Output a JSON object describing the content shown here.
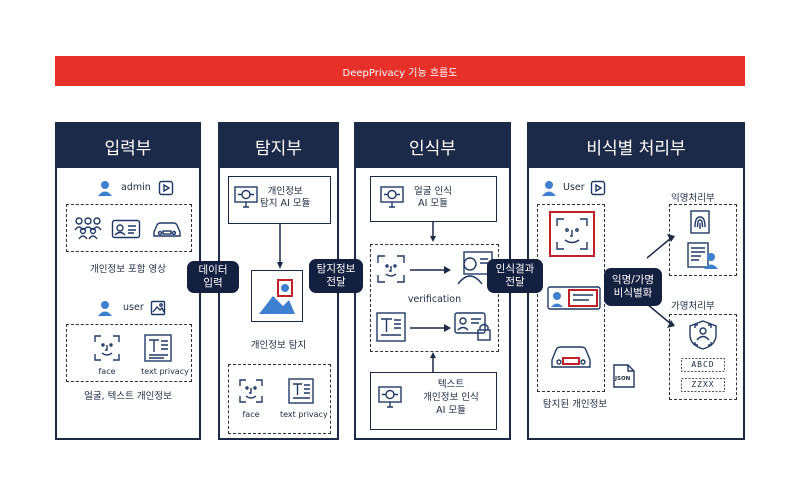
{
  "banner": {
    "title": "DeepPrivacy 기능 흐름도",
    "color": "#e8302a"
  },
  "panels": {
    "input": {
      "title": "입력부",
      "admin_label": "admin",
      "admin_caption": "개인정보 포함 영상",
      "user_label": "user",
      "face_label": "face",
      "text_label": "text privacy",
      "user_caption": "얼굴, 텍스트 개인정보"
    },
    "detect": {
      "title": "탐지부",
      "module_label": "개인정보\n탐지 AI 모듈",
      "caption": "개인정보 탐지",
      "face_label": "face",
      "text_label": "text privacy"
    },
    "recog": {
      "title": "인식부",
      "face_module": "얼굴 인식\nAI 모듈",
      "verification": "verification",
      "text_module": "텍스트\n개인정보 인식\nAI 모듈"
    },
    "anon": {
      "title": "비식별 처리부",
      "user_label": "User",
      "detected_caption": "탐지된 개인정보",
      "json_label": "JSON",
      "anonymous_title": "익명처리부",
      "pseudonym_title": "가명처리부",
      "code1": "ABCD",
      "code2": "ZZXX"
    }
  },
  "pills": {
    "data_input": "데이터\n입력",
    "detect_send": "탐지정보\n전달",
    "recog_send": "인식결과\n전달",
    "deident": "익명/가명\n비식별화"
  },
  "colors": {
    "navy": "#1c2a4a",
    "accent_blue": "#3f7fcf",
    "highlight_red": "#c0202a"
  }
}
